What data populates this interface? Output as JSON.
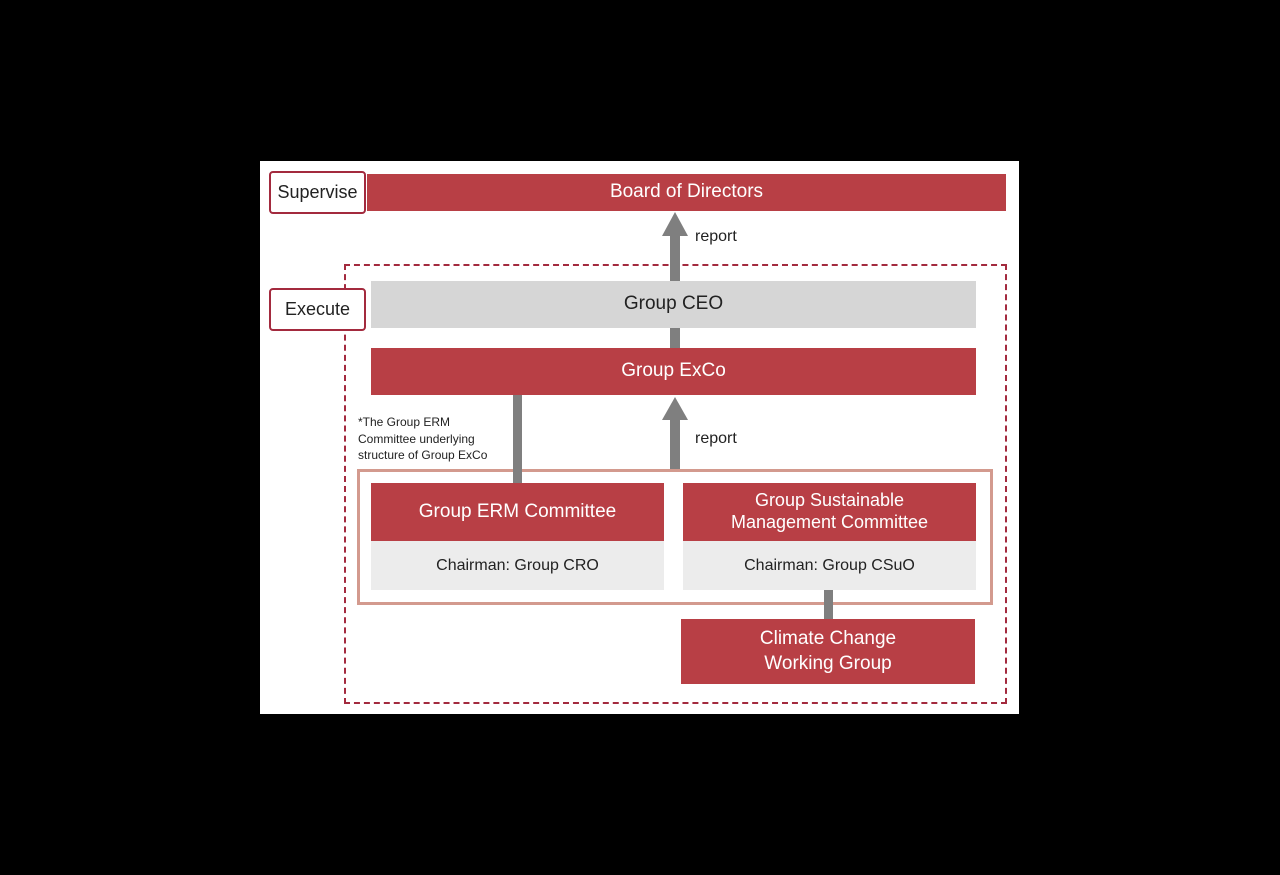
{
  "diagram": {
    "tags": {
      "supervise": "Supervise",
      "execute": "Execute"
    },
    "nodes": {
      "board": "Board of Directors",
      "ceo": "Group CEO",
      "exco": "Group ExCo",
      "erm": "Group ERM Committee",
      "erm_chair": "Chairman: Group CRO",
      "sustainable": "Group Sustainable\nManagement Committee",
      "sustainable_chair": "Chairman: Group CSuO",
      "climate": "Climate Change\nWorking Group"
    },
    "labels": {
      "report_top": "report",
      "report_mid": "report"
    },
    "note": "*The Group ERM\n  Committee underlying\n  structure of Group ExCo"
  },
  "colors": {
    "red": "#b83f45",
    "border_red": "#a32a3e",
    "gray": "#d6d6d6",
    "light_gray": "#ececec",
    "salmon": "#d39a8e",
    "connector": "#7f7f7f"
  }
}
